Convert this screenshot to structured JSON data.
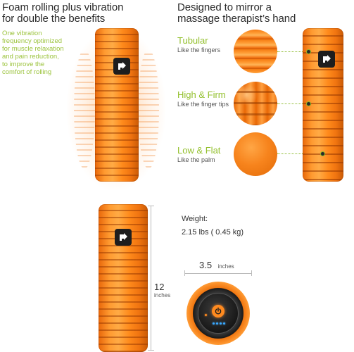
{
  "left_panel": {
    "heading_line1": "Foam rolling plus vibration",
    "heading_line2": "for double the benefits",
    "blurb_lines": [
      "One vibration",
      "frequency optimized",
      "for muscle relaxation",
      "and pain reduction,",
      "to improve the",
      "comfort of rolling"
    ]
  },
  "right_panel": {
    "heading_line1": "Designed to mirror a",
    "heading_line2": "massage therapist’s hand",
    "features": [
      {
        "title": "Tubular",
        "subtitle": "Like the fingers"
      },
      {
        "title": "High & Firm",
        "subtitle": "Like the finger tips"
      },
      {
        "title": "Low & Flat",
        "subtitle": "Like the palm"
      }
    ]
  },
  "specs": {
    "weight_label": "Weight:",
    "weight_value": "2.15 lbs ( 0.45 kg)",
    "length_value": "12",
    "length_unit": "inches",
    "diameter_value": "3.5",
    "diameter_unit": "inches"
  },
  "colors": {
    "accent_green": "#93c02d",
    "roller_orange": "#f57b12",
    "cap_black": "#1e1e1e"
  },
  "icons": [
    "logo-badge-icon",
    "power-icon",
    "led-indicator-icon"
  ]
}
